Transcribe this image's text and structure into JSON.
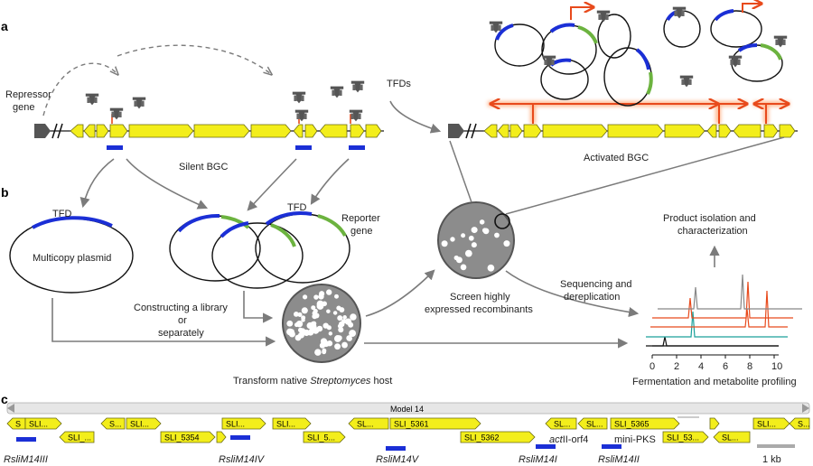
{
  "panels": {
    "a": "a",
    "b": "b",
    "c": "c"
  },
  "panel_a": {
    "repressor_gene": [
      "Repressor",
      "gene"
    ],
    "silent_bgc": "Silent BGC",
    "tfds": "TFDs",
    "activated_bgc": "Activated BGC"
  },
  "panel_b": {
    "tfd_left": "TFD",
    "tfd_right": "TFD",
    "multicopy_plasmid": "Multicopy plasmid",
    "reporter_gene": [
      "Reporter",
      "gene"
    ],
    "library": [
      "Constructing a library",
      "or",
      "separately"
    ],
    "transform_prefix": "Transform native ",
    "transform_italic": "Streptomyces",
    "transform_suffix": " host",
    "screen": [
      "Screen highly",
      "expressed recombinants"
    ],
    "sequencing": [
      "Sequencing and",
      "dereplication"
    ],
    "product": [
      "Product isolation and",
      "characterization"
    ],
    "fermentation": "Fermentation and metabolite profiling",
    "axis_ticks": [
      "0",
      "2",
      "4",
      "6",
      "8",
      "10"
    ]
  },
  "panel_c": {
    "model": "Model 14",
    "gene_labels": {
      "g1": "S",
      "g2": "SLI...",
      "g3": "SLI_...",
      "g4": "S...",
      "g5": "SLI...",
      "g6": "SLI_5354",
      "g7": "SLI...",
      "g8": "SLI...",
      "g9": "SLI_5...",
      "g10": "SL...",
      "g11": "SLI_5361",
      "g12": "SLI_5362",
      "g13": "SL...",
      "g14": "SL...",
      "g15": "SLI_5365",
      "g16": "SLI_53...",
      "g17": "SL...",
      "g18": "SLI...",
      "g19": "S..."
    },
    "tfd_labels": [
      "RsliM14III",
      "RsliM14IV",
      "RsliM14V",
      "RsliM14I",
      "RsliM14II"
    ],
    "actII": "act",
    "actII_suffix": "II-orf4",
    "mini_pks": "mini-PKS",
    "scale": "1 kb"
  },
  "colors": {
    "gene": "#f3ee1b",
    "tfd": "#1b2fd6",
    "reporter": "#6cb33f",
    "activation": "#e84a1c",
    "grey_arrow": "#7b7b7b",
    "plate": "#8c8c8c"
  }
}
